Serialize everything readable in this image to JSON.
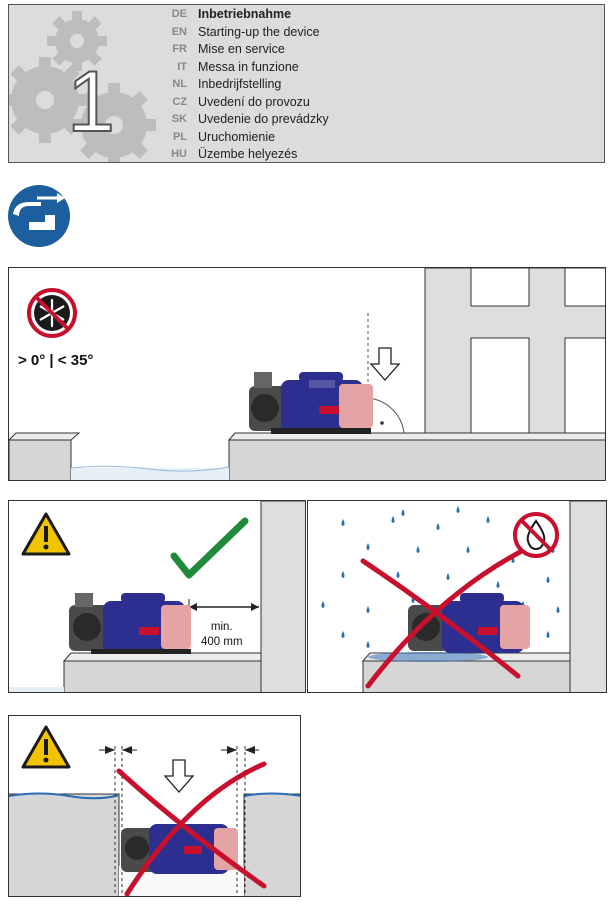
{
  "header": {
    "step_number": "1",
    "languages": [
      {
        "code": "DE",
        "text": "Inbetriebnahme"
      },
      {
        "code": "EN",
        "text": "Starting-up the device"
      },
      {
        "code": "FR",
        "text": "Mise en service"
      },
      {
        "code": "IT",
        "text": "Messa in funzione"
      },
      {
        "code": "NL",
        "text": "Inbedrijfstelling"
      },
      {
        "code": "CZ",
        "text": "Uvedení do provozu"
      },
      {
        "code": "SK",
        "text": "Uvedenie do prevádzky"
      },
      {
        "code": "PL",
        "text": "Uruchomienie"
      },
      {
        "code": "HU",
        "text": "Üzembe helyezés"
      }
    ]
  },
  "panel_temperature": {
    "temperature_range": "> 0° | < 35°"
  },
  "panel_clearance": {
    "distance_label_line1": "min.",
    "distance_label_line2": "400 mm"
  },
  "colors": {
    "pump_blue": "#2c2f8f",
    "pump_pink": "#e4a3a5",
    "warning_yellow": "#f2c400",
    "prohibition_red": "#c8102e",
    "check_green": "#1f8a3a",
    "manual_blue": "#1c5e9e",
    "water_blue": "#2a6db3"
  },
  "icons": [
    "gear-icon",
    "manual-icon",
    "no-frost-icon",
    "warning-icon",
    "check-icon",
    "no-rain-icon",
    "cross-icon",
    "arrow-down-icon"
  ]
}
